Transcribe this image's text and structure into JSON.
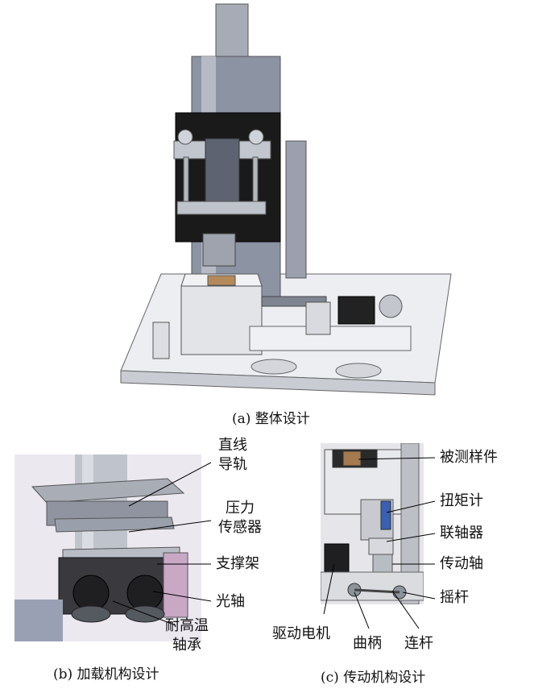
{
  "figure": {
    "panel_a": {
      "caption": "(a)  整体设计"
    },
    "panel_b": {
      "caption": "(b)  加载机构设计",
      "labels": {
        "linear_guide_1": "直线",
        "linear_guide_2": "导轨",
        "pressure_sensor_1": "压力",
        "pressure_sensor_2": "传感器",
        "support_frame": "支撑架",
        "optical_shaft": "光轴",
        "hightemp_bearing_1": "耐高温",
        "hightemp_bearing_2": "轴承"
      }
    },
    "panel_c": {
      "caption": "(c)  传动机构设计",
      "labels": {
        "test_specimen": "被测样件",
        "torque_meter": "扭矩计",
        "coupling": "联轴器",
        "drive_shaft": "传动轴",
        "rocker": "摇杆",
        "drive_motor": "驱动电机",
        "crank": "曲柄",
        "connecting_rod": "连杆"
      }
    }
  }
}
